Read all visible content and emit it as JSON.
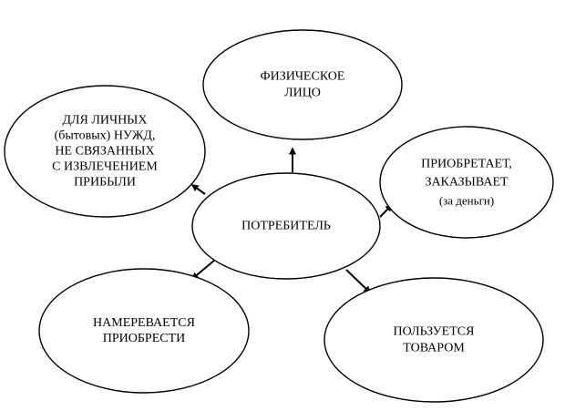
{
  "diagram": {
    "center": {
      "id": "consumer",
      "lines": [
        "ПОТРЕБИТЕЛЬ"
      ]
    },
    "nodes": [
      {
        "id": "individual",
        "lines": [
          "ФИЗИЧЕСКОЕ",
          "ЛИЦО"
        ]
      },
      {
        "id": "personal-needs",
        "lines": [
          "ДЛЯ ЛИЧНЫХ",
          "(бытовых) НУЖД,",
          "НЕ СВЯЗАННЫХ",
          "С ИЗВЛЕЧЕНИЕМ",
          "ПРИБЫЛИ"
        ]
      },
      {
        "id": "acquires",
        "lines": [
          "ПРИОБРЕТАЕТ,",
          "ЗАКАЗЫВАЕТ",
          "(за деньги)"
        ]
      },
      {
        "id": "intends",
        "lines": [
          "НАМЕРЕВАЕТСЯ",
          "ПРИОБРЕСТИ"
        ]
      },
      {
        "id": "uses",
        "lines": [
          "ПОЛЬЗУЕТСЯ",
          "ТОВАРОМ"
        ]
      }
    ],
    "edges": [
      {
        "from": "consumer",
        "to": "individual"
      },
      {
        "from": "consumer",
        "to": "personal-needs"
      },
      {
        "from": "consumer",
        "to": "acquires"
      },
      {
        "from": "consumer",
        "to": "intends"
      },
      {
        "from": "consumer",
        "to": "uses"
      }
    ],
    "colors": {
      "stroke": "#000000",
      "fill": "#ffffff",
      "text": "#000000"
    }
  }
}
